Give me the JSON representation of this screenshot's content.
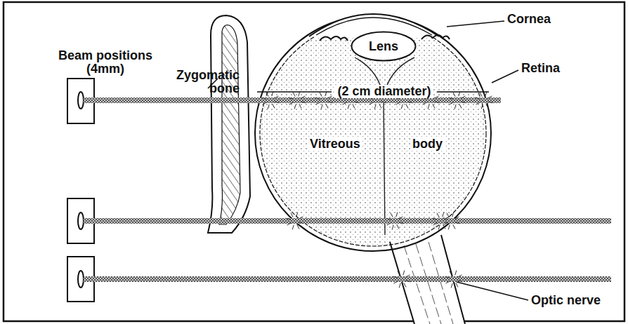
{
  "diagram": {
    "nodes": [
      {
        "text": [
          "Lens"
        ]
      }
    ],
    "labels": [
      "Beam positions (4mm)",
      "Zygomatic bone",
      "Cornea",
      "Retina",
      "(2 cm diameter)",
      "Vitreous",
      "body",
      "Optic nerve"
    ]
  }
}
